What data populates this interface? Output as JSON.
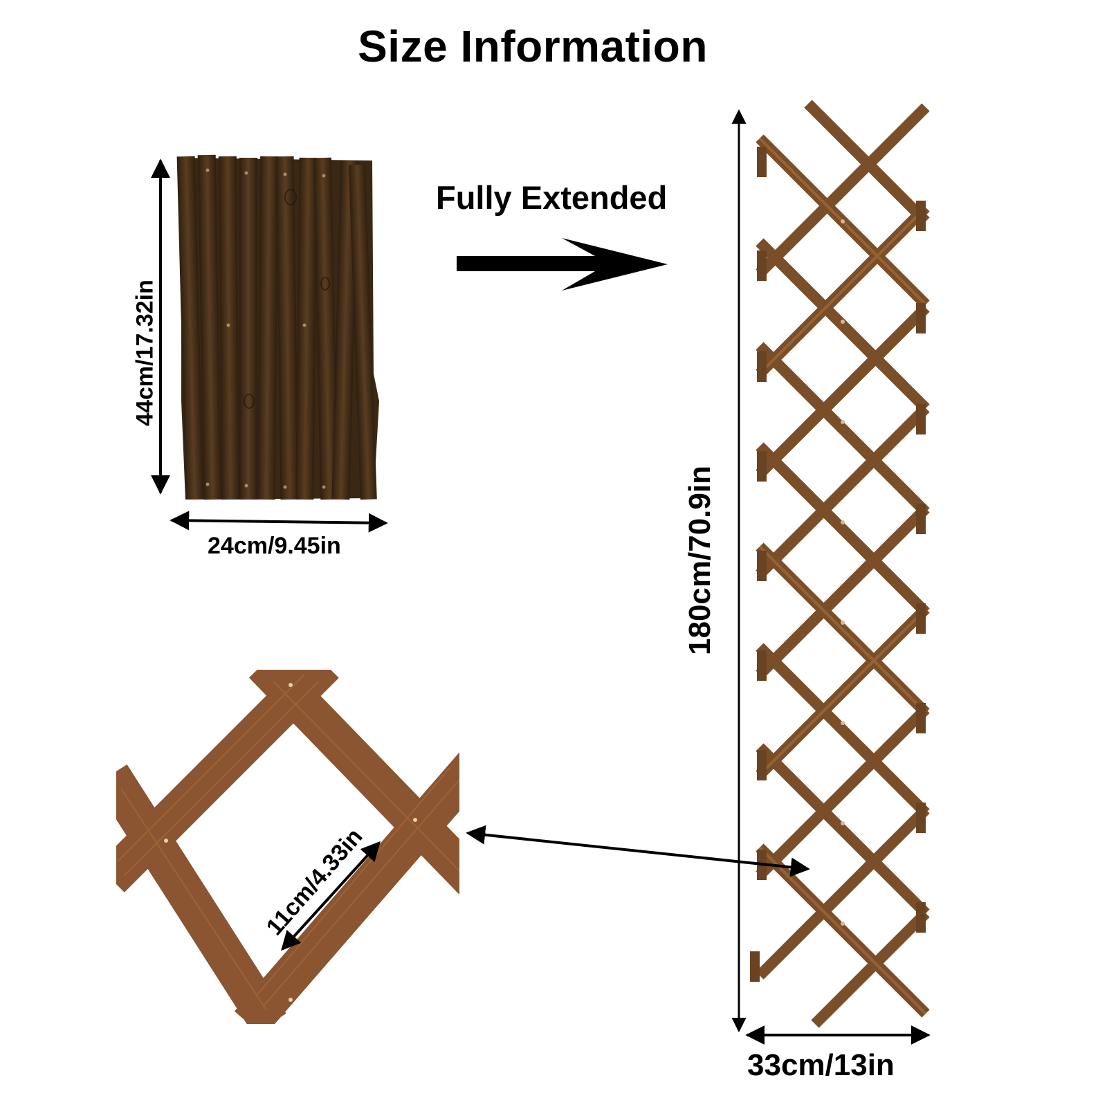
{
  "title": "Size Information",
  "state_label": "Fully Extended",
  "folded": {
    "height_label": "44cm/17.32in",
    "width_label": "24cm/9.45in"
  },
  "extended": {
    "height_label": "180cm/70.9in",
    "width_label": "33cm/13in"
  },
  "detail": {
    "spacing_label": "11cm/4.33in"
  },
  "colors": {
    "text": "#000000",
    "dark_wood": "#4a321a",
    "wood": "#8a5a30",
    "light_wood": "#a8703f",
    "background": "#ffffff"
  }
}
